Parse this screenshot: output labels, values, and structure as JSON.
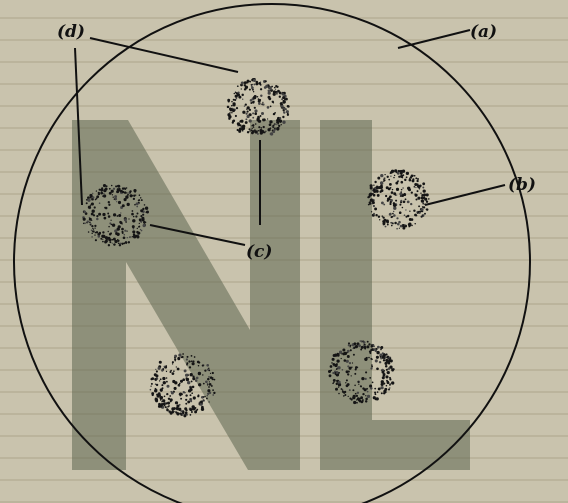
{
  "diagram": {
    "labels": {
      "a": "(a)",
      "b": "(b)",
      "c": "(c)",
      "d": "(d)"
    },
    "colors": {
      "paper": "#c9c3ad",
      "ink": "#111111",
      "watermark": "#5d6650"
    }
  }
}
